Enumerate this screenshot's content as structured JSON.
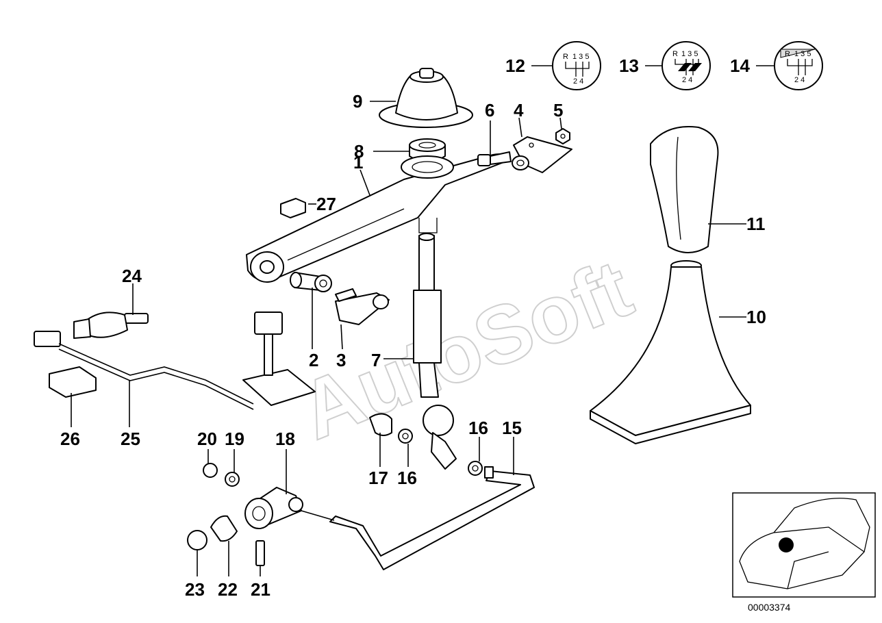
{
  "watermark": "AutoSoft",
  "diagram_code": "00003374",
  "shift_patterns": {
    "knob_12": {
      "r": "R",
      "top": "1 3 5",
      "bottom": "2 4"
    },
    "knob_13": {
      "r": "R",
      "top": "1 3 5",
      "bottom": "2 4"
    },
    "knob_14": {
      "r": "R",
      "top": "1 3 5",
      "bottom": "2 4"
    }
  },
  "labels": {
    "p1": "1",
    "p2": "2",
    "p3": "3",
    "p4": "4",
    "p5": "5",
    "p6": "6",
    "p7": "7",
    "p8": "8",
    "p9": "9",
    "p10": "10",
    "p11": "11",
    "p12": "12",
    "p13": "13",
    "p14": "14",
    "p15": "15",
    "p16a": "16",
    "p16b": "16",
    "p17": "17",
    "p18": "18",
    "p19": "19",
    "p20": "20",
    "p21": "21",
    "p22": "22",
    "p23": "23",
    "p24": "24",
    "p25": "25",
    "p26": "26",
    "p27": "27"
  }
}
